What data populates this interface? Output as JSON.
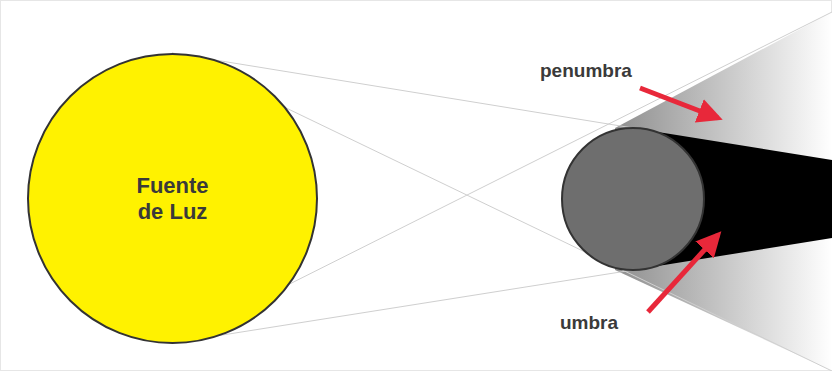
{
  "diagram": {
    "nodes": [
      {
        "text": [
          "Fuente de Luz"
        ]
      }
    ],
    "labels": [
      "penumbra",
      "umbra"
    ]
  }
}
